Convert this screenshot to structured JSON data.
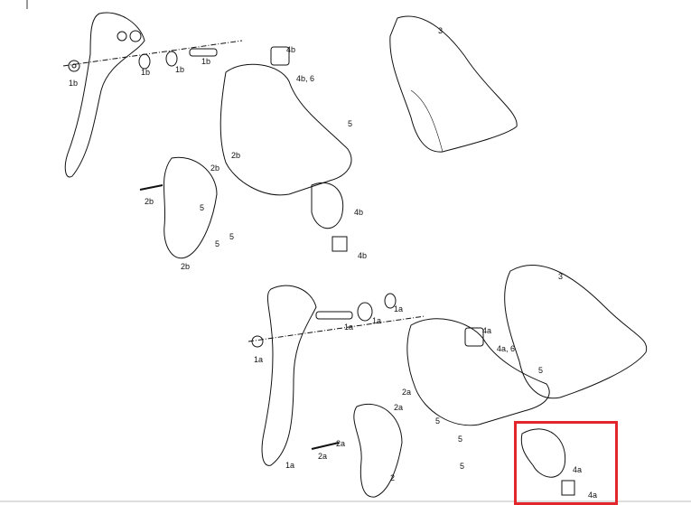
{
  "highlight_color": "#e3262b",
  "upper_assembly": {
    "labels": [
      "1b",
      "1b",
      "1b",
      "1b",
      "4b",
      "4b, 6",
      "3",
      "5",
      "2b",
      "2b",
      "2b",
      "5",
      "5",
      "5",
      "4b",
      "4b",
      "2b"
    ]
  },
  "lower_assembly": {
    "labels": [
      "3",
      "1a",
      "1a",
      "1a",
      "4a",
      "4a, 6",
      "5",
      "1a",
      "2a",
      "2a",
      "2a",
      "2a",
      "5",
      "5",
      "5",
      "1a",
      "2",
      "4a",
      "4a"
    ]
  }
}
